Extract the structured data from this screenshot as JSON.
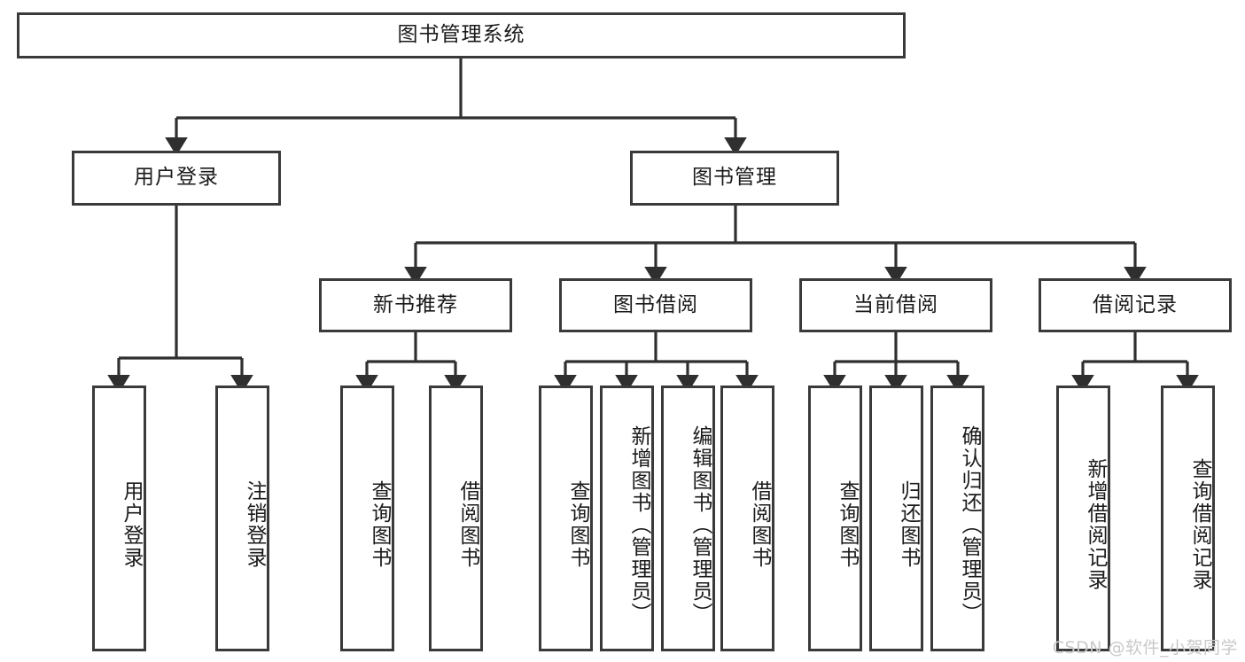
{
  "diagram": {
    "title": "图书管理系统",
    "root": {
      "label": "图书管理系统"
    },
    "level2": [
      {
        "label": "用户登录"
      },
      {
        "label": "图书管理"
      }
    ],
    "level3": [
      {
        "label": "新书推荐"
      },
      {
        "label": "图书借阅"
      },
      {
        "label": "当前借阅"
      },
      {
        "label": "借阅记录"
      }
    ],
    "leaves": {
      "user_login": [
        {
          "label": "用户登录"
        },
        {
          "label": "注销登录"
        }
      ],
      "new_book_recommend": [
        {
          "label": "查询图书"
        },
        {
          "label": "借阅图书"
        }
      ],
      "book_borrow": [
        {
          "label": "查询图书"
        },
        {
          "label": "新增图书（管理员）"
        },
        {
          "label": "编辑图书（管理员）"
        },
        {
          "label": "借阅图书"
        }
      ],
      "current_borrow": [
        {
          "label": "查询图书"
        },
        {
          "label": "归还图书"
        },
        {
          "label": "确认归还（管理员）"
        }
      ],
      "borrow_records": [
        {
          "label": "新增借阅记录"
        },
        {
          "label": "查询借阅记录"
        }
      ]
    },
    "watermark": "CSDN @软件_小贺同学",
    "colors": {
      "box_border": "#3a3a3a",
      "box_fill": "#ffffff",
      "text": "#1a1a1a",
      "connector": "#2f2f2f",
      "watermark": "#c9c9c9",
      "background": "#ffffff"
    }
  }
}
